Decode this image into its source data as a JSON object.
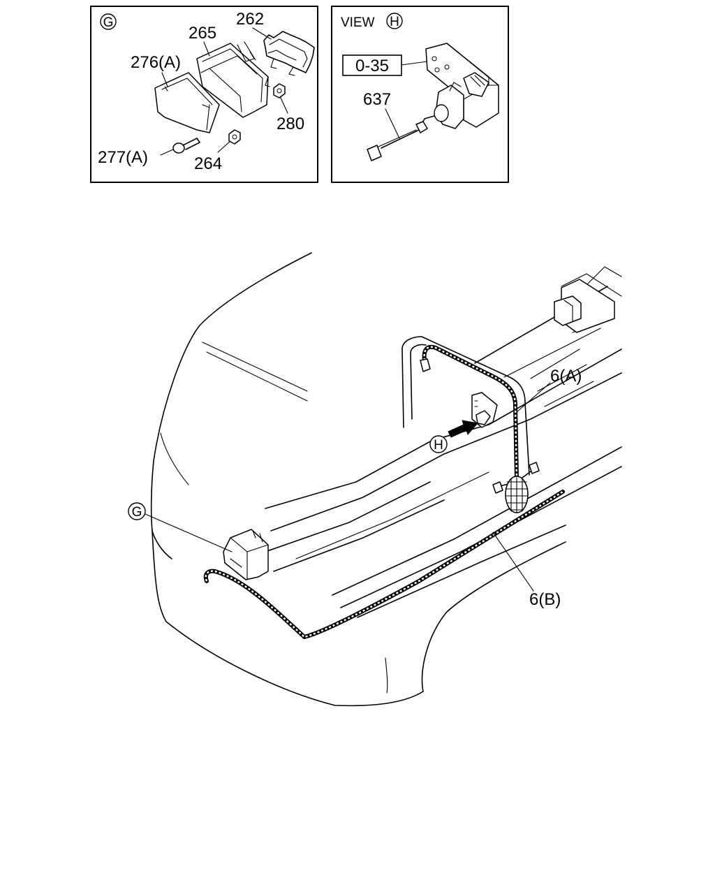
{
  "inset_g": {
    "marker": "G",
    "labels": {
      "p262": "262",
      "p265": "265",
      "p276a": "276(A)",
      "p280": "280",
      "p277a": "277(A)",
      "p264": "264"
    }
  },
  "inset_h": {
    "view_text": "VIEW",
    "marker": "H",
    "ref_box": "0-35",
    "p637": "637"
  },
  "main": {
    "marker_g": "G",
    "marker_h": "H",
    "p6a": "6(A)",
    "p6b": "6(B)"
  }
}
